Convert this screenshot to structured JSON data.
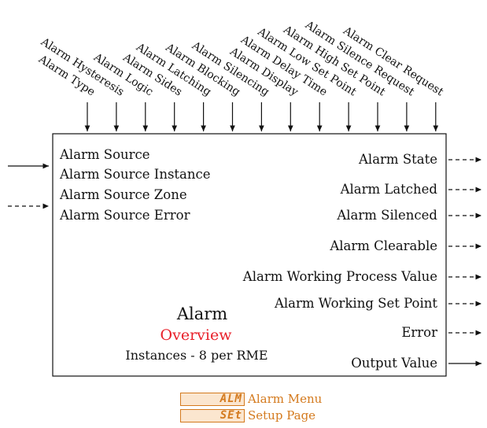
{
  "inputs_top": [
    "Alarm Type",
    "Alarm Hysteresis",
    "Alarm Logic",
    "Alarm Sides",
    "Alarm Latching",
    "Alarm Blocking",
    "Alarm Silencing",
    "Alarm Display",
    "Alarm Delay Time",
    "Alarm Low Set Point",
    "Alarm High Set Point",
    "Alarm Silence Request",
    "Alarm Clear Request"
  ],
  "inputs_left": [
    "Alarm Source",
    "Alarm Source Instance",
    "Alarm Source Zone",
    "Alarm Source Error"
  ],
  "outputs_right": [
    "Alarm State",
    "Alarm Latched",
    "Alarm Silenced",
    "Alarm Clearable",
    "Alarm Working Process Value",
    "Alarm Working Set Point",
    "Error",
    "Output Value"
  ],
  "block": {
    "title": "Alarm",
    "subtitle": "Overview",
    "instances": "Instances - 8 per RME"
  },
  "legend": {
    "menu_code": "ALM",
    "menu_label": "Alarm Menu",
    "page_code": "SEt",
    "page_label": "Setup Page"
  },
  "colors": {
    "subtitle": "#e8202a",
    "legend": "#d47a1e"
  }
}
